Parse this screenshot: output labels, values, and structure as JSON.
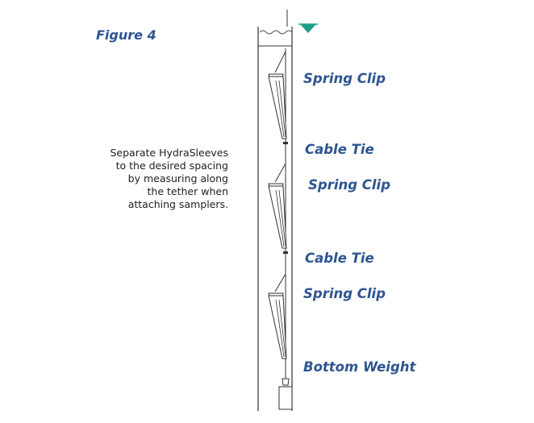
{
  "figure_title": "Figure 4",
  "note_lines": [
    "Separate HydraSleeves",
    "to the desired spacing",
    "by measuring along",
    "the tether when",
    "attaching samplers."
  ],
  "callouts": [
    "Spring Clip",
    "Cable Tie",
    "Spring Clip",
    "Cable Tie",
    "Spring Clip",
    "Bottom Weight"
  ],
  "colors": {
    "label_blue": "#2e5591",
    "water_marker": "#1e9e8a",
    "line": "#333333"
  },
  "icons": {
    "water_level": "inverted-triangle",
    "sampler": "hydrasleeve-cone",
    "weight": "bottom-weight-block"
  }
}
